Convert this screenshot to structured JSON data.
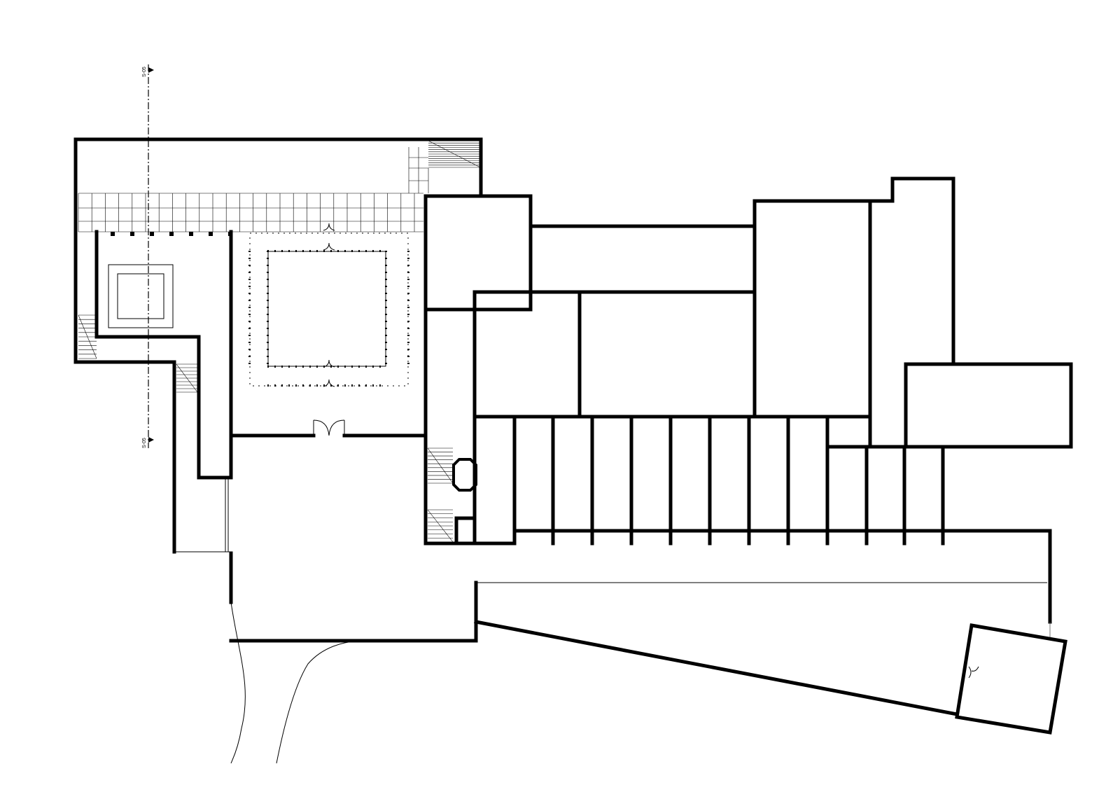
{
  "drawing": {
    "type": "architectural-floor-plan",
    "background": "#ffffff",
    "line_color": "#000000"
  },
  "section_marker": {
    "top_label": "S-05",
    "bottom_label": "S-05"
  }
}
